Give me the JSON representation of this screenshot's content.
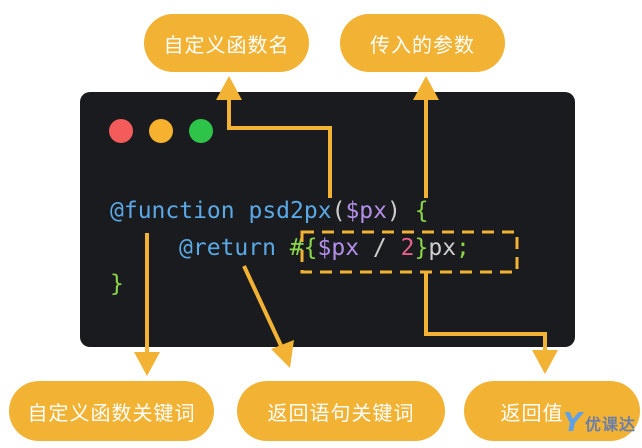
{
  "labels": {
    "function_name": "自定义函数名",
    "params": "传入的参数",
    "function_keyword": "自定义函数关键词",
    "return_keyword": "返回语句关键词",
    "return_value": "返回值"
  },
  "code": {
    "line1": {
      "keyword": "@function",
      "name": "psd2px",
      "open_paren": "(",
      "param": "$px",
      "close_paren": ")",
      "open_brace": "{"
    },
    "line2": {
      "keyword": "@return",
      "interp_open": "#{",
      "var": "$px",
      "op": "/",
      "num": "2",
      "interp_close": "}",
      "unit": "px",
      "semicolon": ";"
    },
    "line3": {
      "close_brace": "}"
    }
  },
  "colors": {
    "accent": "#f2b233",
    "editor_bg": "#1a1b1e",
    "keyword": "#5aa9e6",
    "variable": "#b48ee8",
    "brace": "#8bd649",
    "number": "#e8608a"
  },
  "watermark": {
    "text": "优课达",
    "icon": "y-logo-icon"
  }
}
